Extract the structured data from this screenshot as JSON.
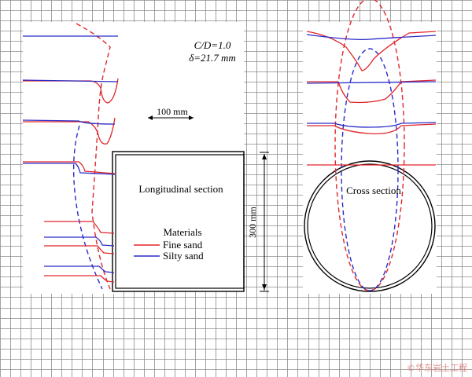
{
  "annotations": {
    "ratio": "C/D=1.0",
    "delta": "δ=21.7 mm",
    "scale_bar": "100 mm",
    "height_dim": "300 mm"
  },
  "sections": {
    "longitudinal": "Longitudinal section",
    "cross": "Cross section"
  },
  "legend": {
    "title": "Materials",
    "items": [
      {
        "label": "Fine sand",
        "color": "#e0262b"
      },
      {
        "label": "Silty sand",
        "color": "#2b2bc8"
      }
    ]
  },
  "watermark": "©华东岩土工程",
  "colors": {
    "grid": "#8c8c8c",
    "red": "#e0262b",
    "blue": "#2b2bc8"
  }
}
